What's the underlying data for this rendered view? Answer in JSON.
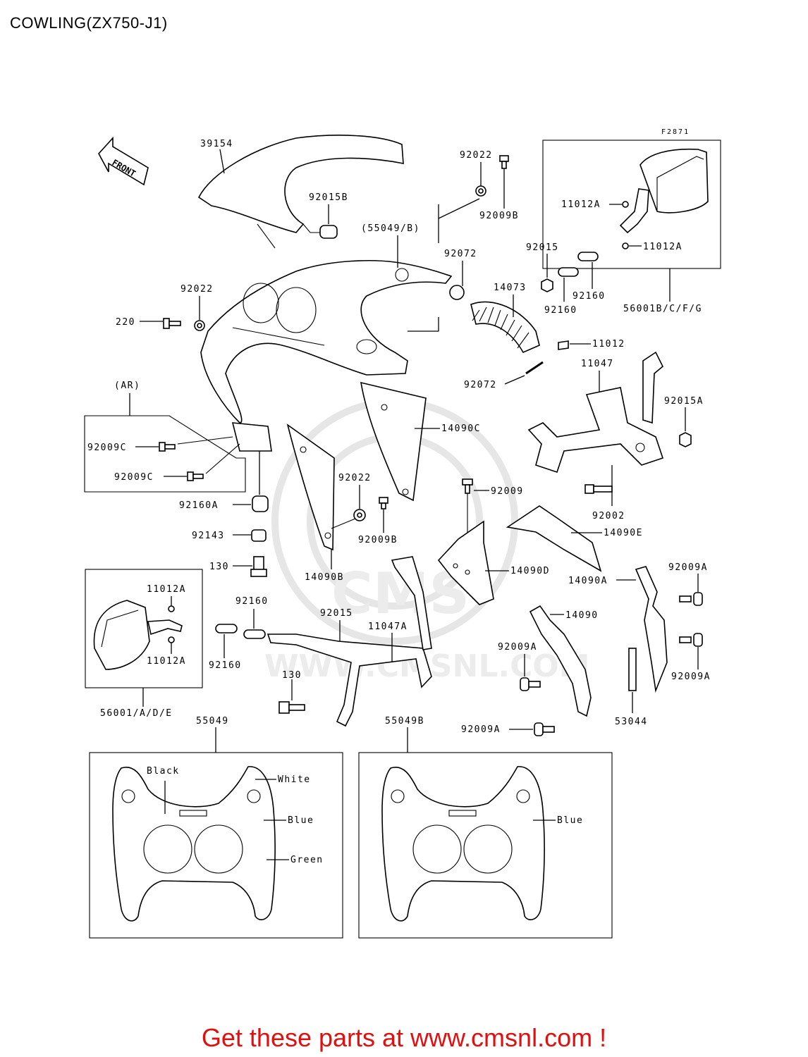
{
  "title": "COWLING(ZX750-J1)",
  "figure_code": "F2871",
  "front_label": "FRONT",
  "labels": {
    "p39154": "39154",
    "p92022_top": "92022",
    "p92009B_top": "92009B",
    "p92015B": "92015B",
    "p55049B_paren": "(55049/B)",
    "p92072_a": "92072",
    "p14073": "14073",
    "p92022_mid": "92022",
    "p220": "220",
    "p11012A_r1": "11012A",
    "p11012A_r2": "11012A",
    "p92015": "92015",
    "p92160_r1": "92160",
    "p92160_r2": "92160",
    "p56001BCFG": "56001B/C/F/G",
    "p11012": "11012",
    "p11047": "11047",
    "p92072_b": "92072",
    "p92015A": "92015A",
    "p14090C": "14090C",
    "p_AR": "(AR)",
    "p92009C_1": "92009C",
    "p92009C_2": "92009C",
    "p92160A": "92160A",
    "p92022_low": "92022",
    "p92009B_low": "92009B",
    "p92009": "92009",
    "p92002": "92002",
    "p14090E": "14090E",
    "p92143": "92143",
    "p130_a": "130",
    "p14090B": "14090B",
    "p14090D": "14090D",
    "p14090A": "14090A",
    "p92009A_r1": "92009A",
    "p11012A_l1": "11012A",
    "p11012A_l2": "11012A",
    "p92160_l1": "92160",
    "p92160_l2": "92160",
    "p92015_l": "92015",
    "p11047A": "11047A",
    "p14090": "14090",
    "p92009A_mid": "92009A",
    "p92009A_r2": "92009A",
    "p130_b": "130",
    "p53044": "53044",
    "p56001ADE": "56001/A/D/E",
    "p55049": "55049",
    "p55049B": "55049B",
    "p92009A_bot": "92009A"
  },
  "color_callouts": {
    "black": "Black",
    "white": "White",
    "blue_left": "Blue",
    "green": "Green",
    "blue_right": "Blue"
  },
  "watermark_text": "WWW.CMSNL.COM",
  "watermark_logo": "CMS",
  "footer_text": "Get these parts at www.cmsnl.com !",
  "colors": {
    "footer": "#e01010",
    "ink": "#000000",
    "watermark": "#e6e6e6"
  }
}
